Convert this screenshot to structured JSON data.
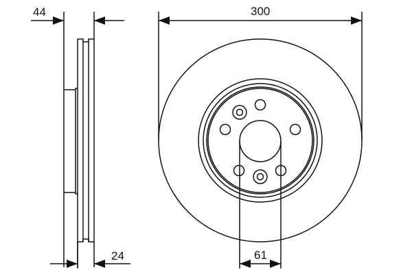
{
  "drawing": {
    "subject": "brake disc technical drawing",
    "side_view": {
      "overall_width_label": "44",
      "disc_thickness_label": "24"
    },
    "front_view": {
      "outer_diameter_label": "300",
      "center_bore_label": "61",
      "bolt_holes": 5,
      "threaded_holes": 2
    },
    "line_color": "#111111",
    "background": "#ffffff"
  }
}
